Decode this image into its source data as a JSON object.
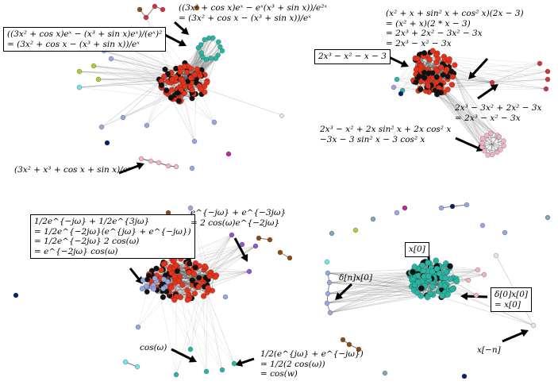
{
  "panels": [
    {
      "id": "top-left",
      "annotations": [
        {
          "key": "tl-a",
          "lines": [
            "((3x² + cos x)eˣ − eˣ(x³ + sin x))/e²ˣ",
            "= (3x² + cos x − (x³ + sin x))/eˣ"
          ],
          "boxed": false
        },
        {
          "key": "tl-b",
          "lines": [
            "((3x² + cos x)eˣ − (x³ + sin x)eˣ)/(eˣ)²",
            "= (3x² + cos x − (x³ + sin x))/eˣ"
          ],
          "boxed": true
        },
        {
          "key": "tl-c",
          "lines": [
            "(3x² + x³ + cos x + sin x)/eˣ"
          ],
          "boxed": false
        }
      ]
    },
    {
      "id": "top-right",
      "annotations": [
        {
          "key": "tr-a",
          "lines": [
            "(x² + x + sin² x + cos² x)(2x − 3)",
            "= (x² + x)(2 * x − 3)",
            "= 2x³ + 2x² − 3x² − 3x",
            "= 2x³ − x² − 3x"
          ],
          "boxed": false
        },
        {
          "key": "tr-b",
          "lines": [
            "2x³ − x² − x − 3"
          ],
          "boxed": true
        },
        {
          "key": "tr-c",
          "lines": [
            "2x³ − 3x² + 2x² − 3x",
            "= 2x³ − x² − 3x"
          ],
          "boxed": false
        },
        {
          "key": "tr-d",
          "lines": [
            "2x³ − x² + 2x sin² x + 2x cos² x",
            "−3x − 3 sin² x − 3 cos² x"
          ],
          "boxed": false
        }
      ]
    },
    {
      "id": "bottom-left",
      "annotations": [
        {
          "key": "bl-a",
          "lines": [
            "1/2e^{−jω} + 1/2e^{3jω}",
            "= 1/2e^{−2jω}(e^{jω} + e^{−jω})",
            "= 1/2e^{−2jω} 2 cos(ω)",
            "= e^{−2jω} cos(ω)"
          ],
          "boxed": true
        },
        {
          "key": "bl-b",
          "lines": [
            "e^{−jω} + e^{−3jω}",
            "= 2 cos(ω)e^{−2jω}"
          ],
          "boxed": false
        },
        {
          "key": "bl-c",
          "lines": [
            "cos(ω)"
          ],
          "boxed": false
        },
        {
          "key": "bl-d",
          "lines": [
            "1/2(e^{jω} + e^{−jω})",
            "= 1/2(2 cos(ω))",
            "= cos(w)"
          ],
          "boxed": false
        }
      ]
    },
    {
      "id": "bottom-right",
      "annotations": [
        {
          "key": "br-a",
          "lines": [
            "x[0]"
          ],
          "boxed": true
        },
        {
          "key": "br-b",
          "lines": [
            "δ[n]x[0]"
          ],
          "boxed": false
        },
        {
          "key": "br-c",
          "lines": [
            "δ[0]x[0]",
            "= x[0]"
          ],
          "boxed": true
        },
        {
          "key": "br-d",
          "lines": [
            "x[−n]"
          ],
          "boxed": false
        }
      ]
    }
  ],
  "colors": {
    "red": "#e8321a",
    "black": "#111111",
    "teal": "#26b6a3",
    "periwinkle": "#97a6e0",
    "pink": "#f0b4c4",
    "crimson": "#d0343c",
    "brown": "#8b4b12",
    "navy": "#0b1f6e",
    "magenta": "#c2268f",
    "olive": "#b9c432",
    "cyan": "#6ee6e4",
    "purple": "#8c58c9",
    "lightgrey": "#e6e6e6",
    "slate": "#7fa5be"
  }
}
